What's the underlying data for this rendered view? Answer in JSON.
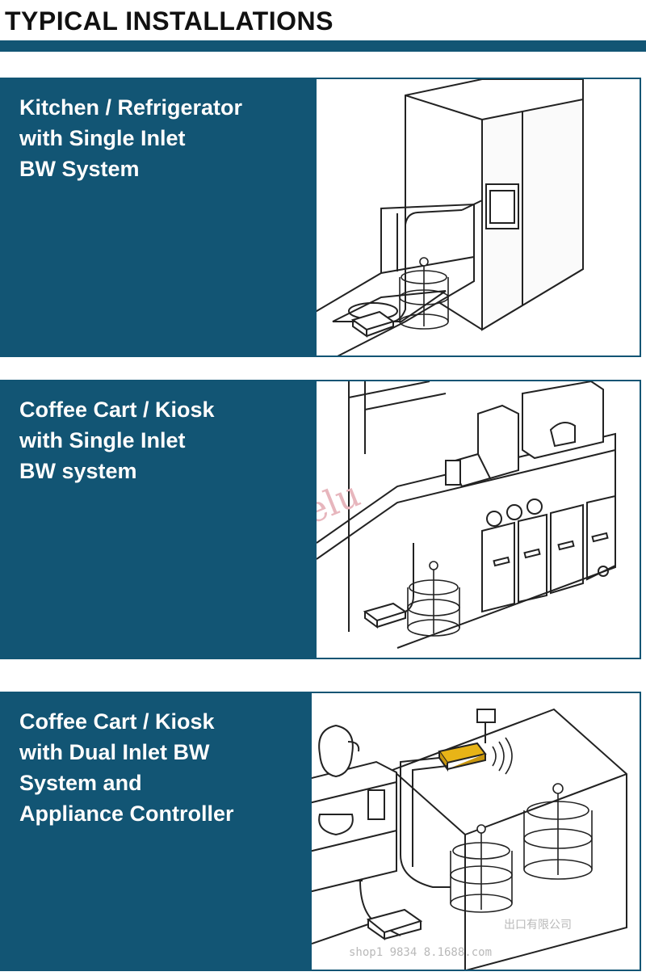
{
  "header": {
    "title": "TYPICAL INSTALLATIONS"
  },
  "panels": [
    {
      "caption": "Kitchen / Refrigerator\nwith Single Inlet\nBW System",
      "illustration": "refrigerator-sink-installation"
    },
    {
      "caption": "Coffee Cart / Kiosk\nwith Single Inlet\nBW system",
      "illustration": "coffee-cart-single-inlet"
    },
    {
      "caption": "Coffee Cart / Kiosk\nwith Dual Inlet BW\nSystem and\nAppliance Controller",
      "illustration": "coffee-cart-dual-inlet-controller"
    }
  ],
  "watermarks": {
    "script_mark": "kelu",
    "shop_line": "shop1 9834   8.1688.com",
    "company_line": "出口有限公司"
  },
  "colors": {
    "brand_blue": "#125574",
    "controller_yellow": "#e8b417",
    "line_art": "#222222",
    "watermark_pink": "#e7b6bd"
  }
}
